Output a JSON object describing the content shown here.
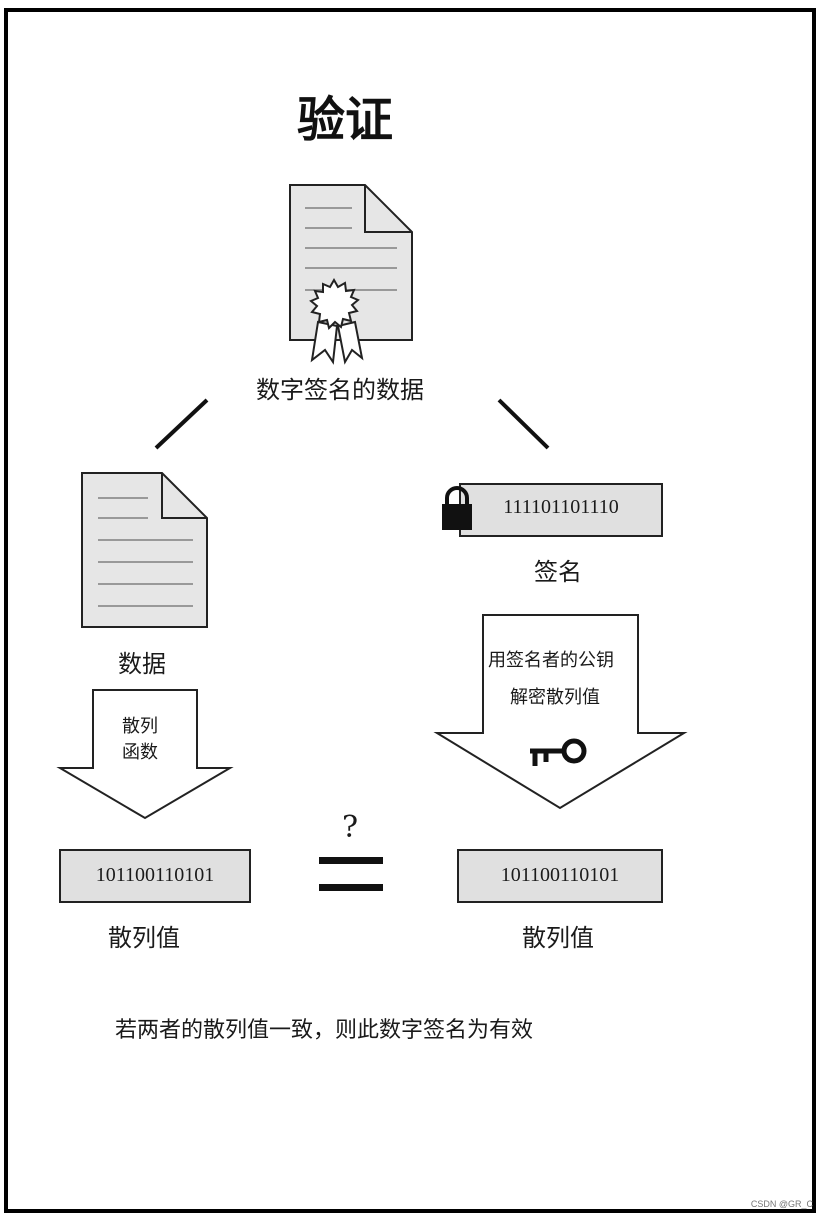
{
  "title": "验证",
  "signed_data_label": "数字签名的数据",
  "data_label": "数据",
  "signature": {
    "bits": "111101101110",
    "label": "签名"
  },
  "hash_function_label": [
    "散列",
    "函数"
  ],
  "decrypt_label": [
    "用签名者的公钥",
    "解密散列值"
  ],
  "left_hash": {
    "bits": "101100110101",
    "label": "散列值"
  },
  "right_hash": {
    "bits": "101100110101",
    "label": "散列值"
  },
  "compare_symbol": "?",
  "conclusion": "若两者的散列值一致，则此数字签名为有效",
  "watermark": "CSDN @GR_C",
  "colors": {
    "doc_fill": "#e6e6e6",
    "box_fill": "#e0e0e0",
    "stroke": "#222222"
  },
  "icons": [
    "certificate-document-icon",
    "document-icon",
    "lock-icon",
    "key-icon"
  ]
}
